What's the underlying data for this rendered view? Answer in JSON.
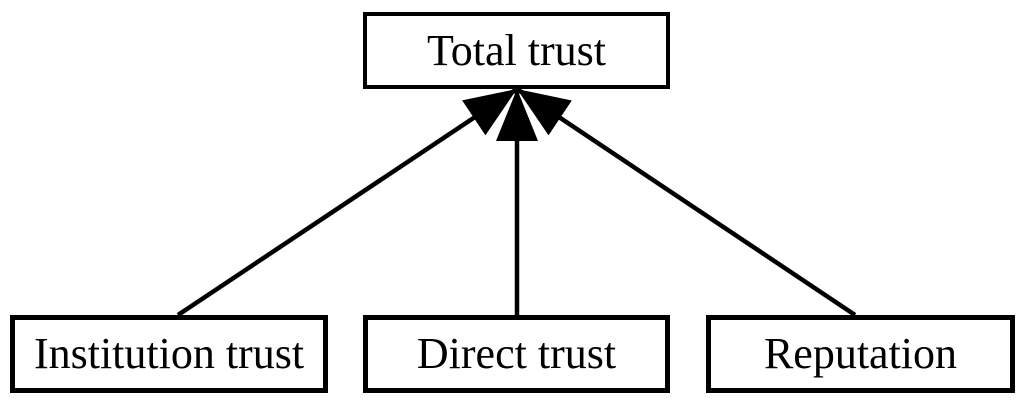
{
  "diagram": {
    "type": "hierarchy",
    "description": "Three trust components combine into total trust",
    "nodes": {
      "total": {
        "label": "Total trust"
      },
      "institution": {
        "label": "Institution trust"
      },
      "direct": {
        "label": "Direct trust"
      },
      "reputation": {
        "label": "Reputation"
      }
    },
    "edges": [
      {
        "from": "institution",
        "to": "total",
        "style": "solid-line-filled-arrowhead"
      },
      {
        "from": "direct",
        "to": "total",
        "style": "solid-line-filled-arrowhead"
      },
      {
        "from": "reputation",
        "to": "total",
        "style": "solid-line-filled-arrowhead"
      }
    ],
    "colors": {
      "background": "#ffffff",
      "box_fill": "#ffffff",
      "box_border": "#000000",
      "line": "#000000",
      "text": "#000000"
    }
  }
}
